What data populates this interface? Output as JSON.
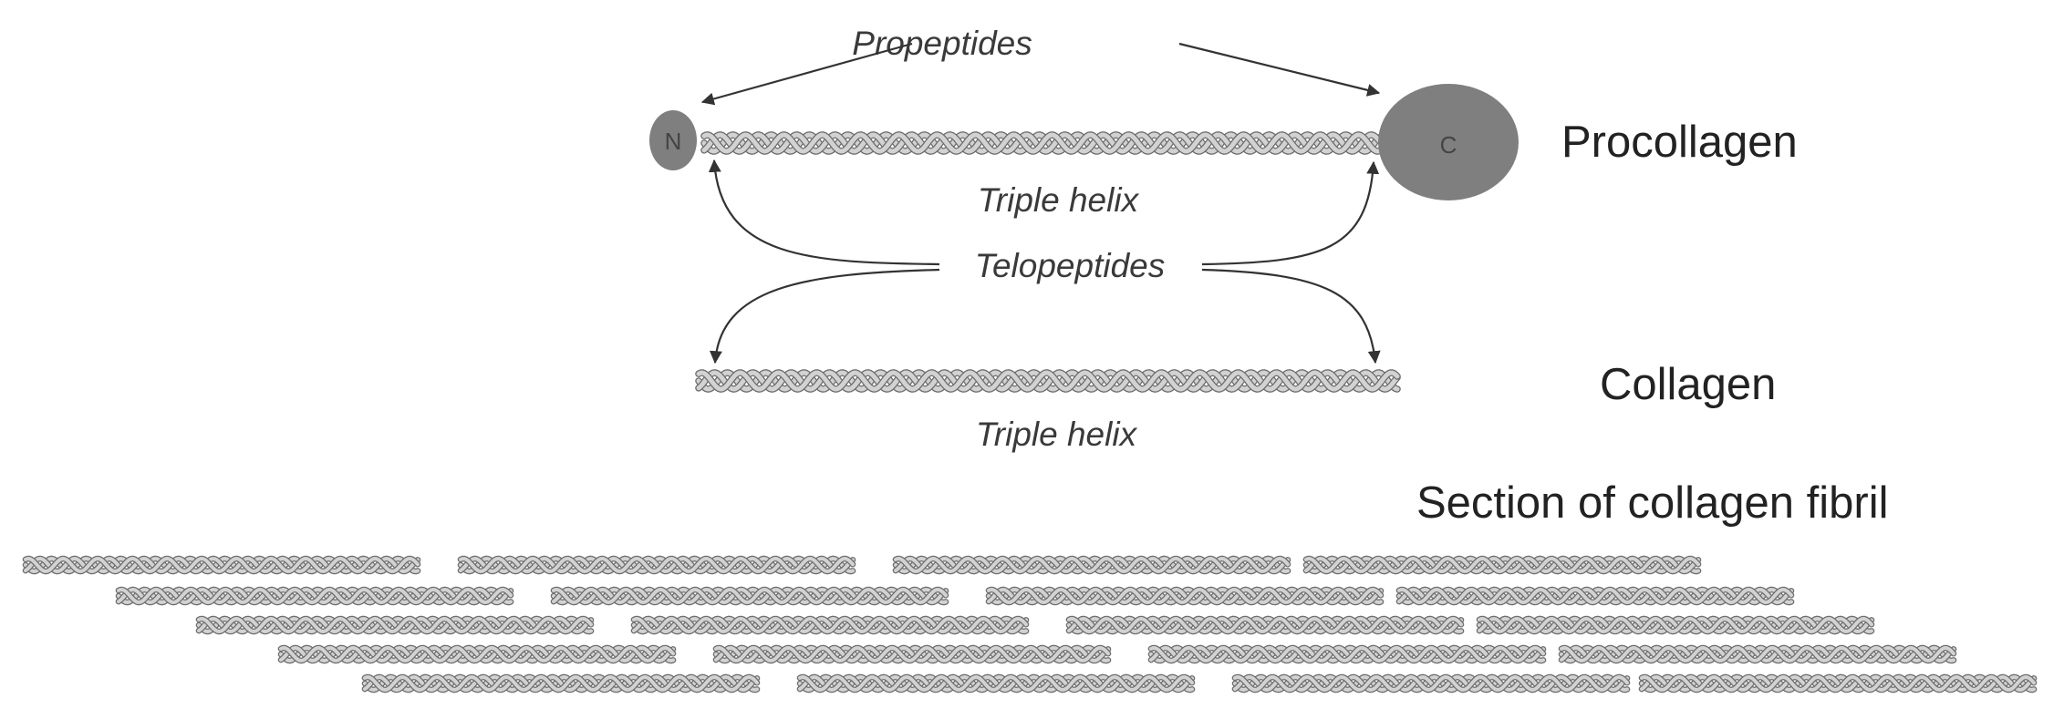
{
  "labels": {
    "propeptides": "Propeptides",
    "procollagen": "Procollagen",
    "n_term": "N",
    "c_term": "C",
    "triple_helix_1": "Triple helix",
    "telopeptides": "Telopeptides",
    "collagen": "Collagen",
    "triple_helix_2": "Triple helix",
    "fibril_section": "Section of collagen fibril"
  },
  "colors": {
    "helix_fill": "#d2d2d2",
    "helix_stroke": "#6e6e6e",
    "globule": "#7f7f7f",
    "text": "#333333",
    "arrow": "#333333"
  }
}
